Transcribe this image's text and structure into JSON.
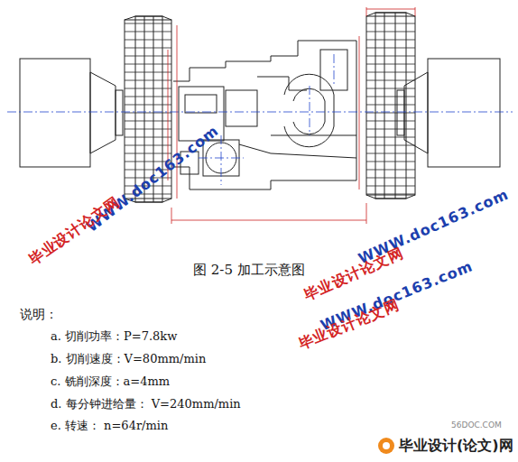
{
  "diagram": {
    "caption": "图 2-5 加工示意图",
    "labels": [
      "说明：",
      "a. 切削功率：P=7.8kw",
      "b. 切削速度：V=80mm/min",
      "c. 铣削深度：a=4mm",
      "d. 每分钟进给量： V=240mm/min",
      "e. 转速： n=64r/min",
      "WWW.doc163.com",
      "毕业设计论文网",
      "WWW.doc163.com",
      "毕业设计论文网",
      "WWW.doc163.com",
      "毕业设计论文网",
      "56DOC.COM",
      "毕业设计(论文)网"
    ]
  }
}
